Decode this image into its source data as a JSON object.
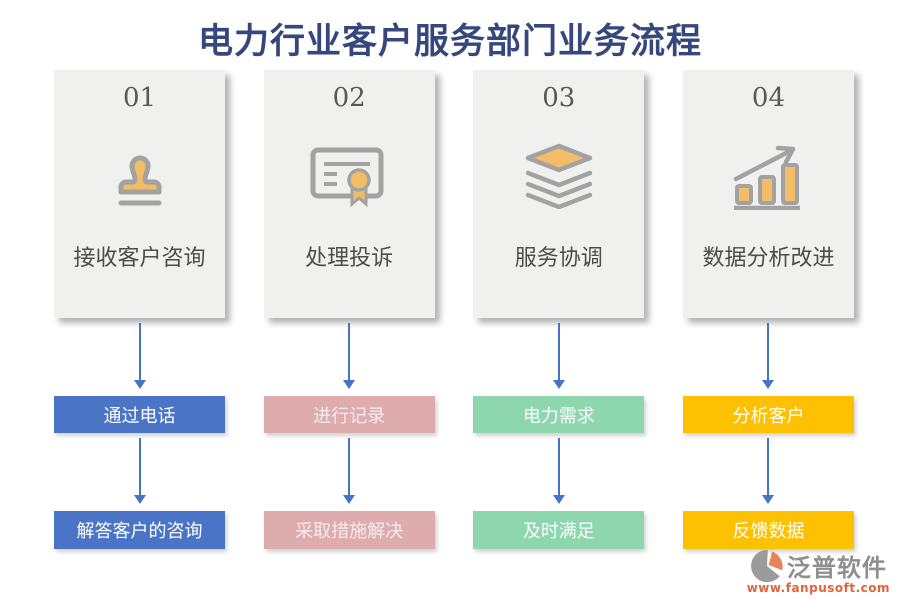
{
  "title": "电力行业客户服务部门业务流程",
  "columns": [
    {
      "number": "01",
      "label": "接收客户咨询",
      "icon": "stamp-icon",
      "color": "#4a74c6",
      "text_color": "#ffffff",
      "step1": "通过电话",
      "step2": "解答客户的咨询"
    },
    {
      "number": "02",
      "label": "处理投诉",
      "icon": "certificate-icon",
      "color": "#dfacae",
      "text_color": "#f6ecec",
      "step1": "进行记录",
      "step2": "采取措施解决"
    },
    {
      "number": "03",
      "label": "服务协调",
      "icon": "layers-icon",
      "color": "#8dd6ae",
      "text_color": "#ffffff",
      "step1": "电力需求",
      "step2": "及时满足"
    },
    {
      "number": "04",
      "label": "数据分析改进",
      "icon": "bar-chart-icon",
      "color": "#fec101",
      "text_color": "#ffffff",
      "step1": "分析客户",
      "step2": "反馈数据"
    }
  ],
  "footer": {
    "brand": "泛普软件",
    "url": "www.fanpusoft.com"
  },
  "colors": {
    "title": "#35477d",
    "arrow": "#4573c5",
    "card_bg": "#f0f0ee",
    "icon_orange": "#f2bd66",
    "icon_gray": "#a2a2a2",
    "step1_blue": "#4a74c6",
    "step2_pink": "#dfacae",
    "step3_green": "#8dd6ae",
    "step4_yellow": "#fec101",
    "brand_text": "#8f8f8f",
    "url_text": "#e0643c"
  }
}
